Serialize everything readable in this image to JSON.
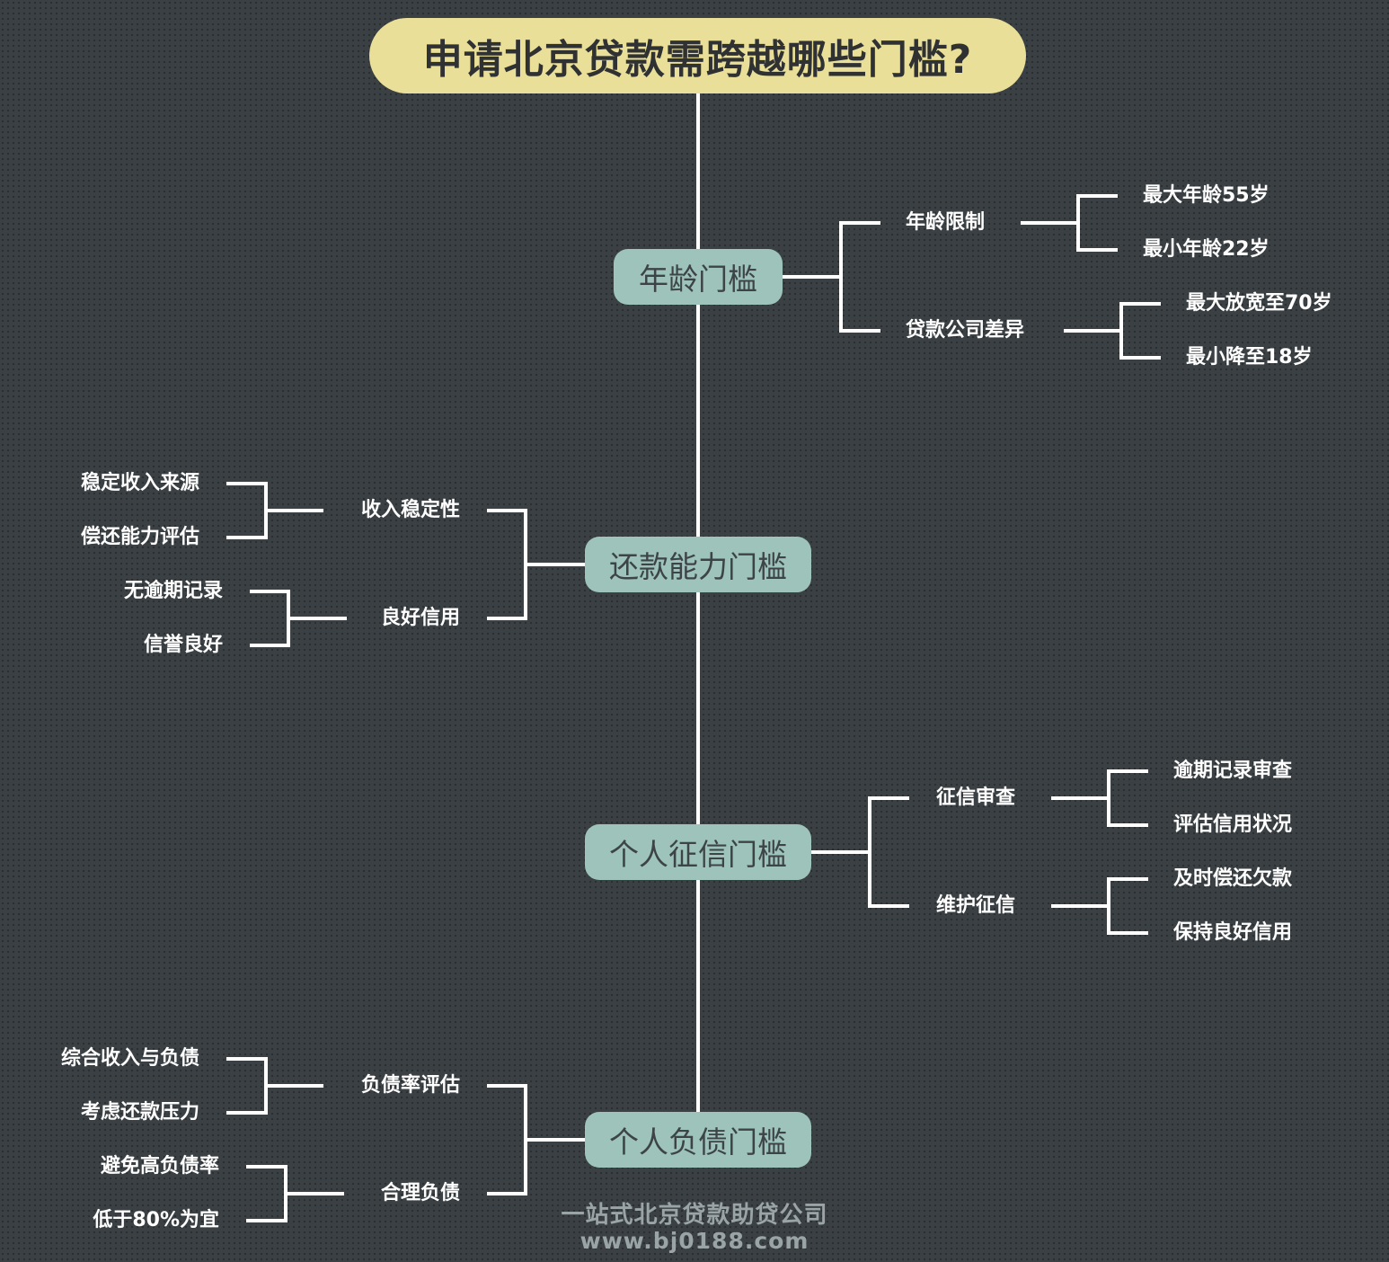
{
  "title": "申请北京贷款需跨越哪些门槛?",
  "branches": [
    {
      "label": "年龄门槛",
      "children": [
        {
          "label": "年龄限制",
          "items": [
            "最大年龄55岁",
            "最小年龄22岁"
          ]
        },
        {
          "label": "贷款公司差异",
          "items": [
            "最大放宽至70岁",
            "最小降至18岁"
          ]
        }
      ]
    },
    {
      "label": "还款能力门槛",
      "children": [
        {
          "label": "收入稳定性",
          "items": [
            "稳定收入来源",
            "偿还能力评估"
          ]
        },
        {
          "label": "良好信用",
          "items": [
            "无逾期记录",
            "信誉良好"
          ]
        }
      ]
    },
    {
      "label": "个人征信门槛",
      "children": [
        {
          "label": "征信审查",
          "items": [
            "逾期记录审查",
            "评估信用状况"
          ]
        },
        {
          "label": "维护征信",
          "items": [
            "及时偿还欠款",
            "保持良好信用"
          ]
        }
      ]
    },
    {
      "label": "个人负债门槛",
      "children": [
        {
          "label": "负债率评估",
          "items": [
            "综合收入与负债",
            "考虑还款压力"
          ]
        },
        {
          "label": "合理负债",
          "items": [
            "避免高负债率",
            "低于80%为宜"
          ]
        }
      ]
    }
  ],
  "watermark": {
    "line1": "一站式北京贷款助贷公司",
    "line2": "www.bj0188.com"
  }
}
